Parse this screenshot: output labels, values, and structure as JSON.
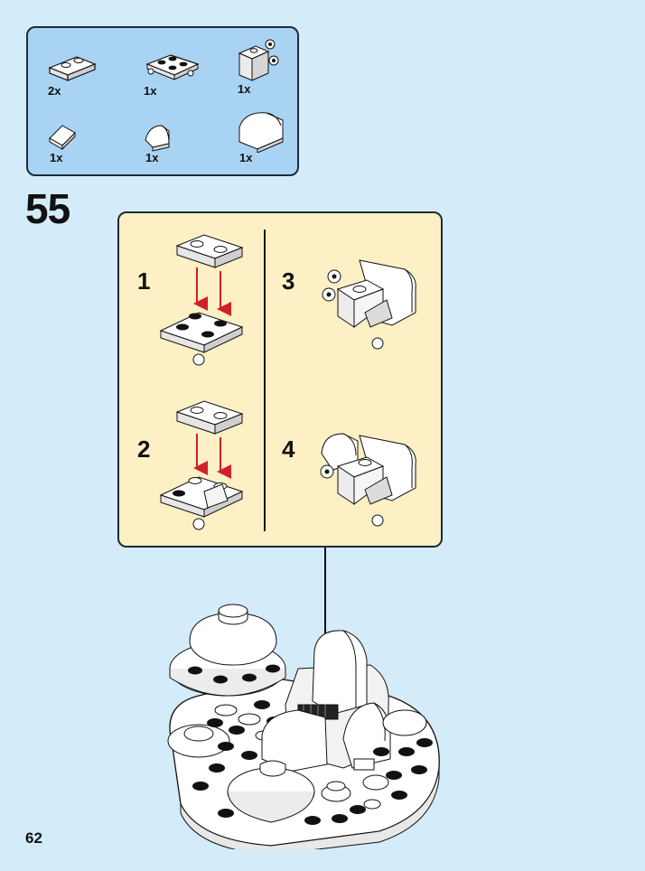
{
  "parts_callout": {
    "items": [
      {
        "icon": "plate-1x2-icon",
        "qty": "2x"
      },
      {
        "icon": "plate-2x2-wheels-icon",
        "qty": "1x"
      },
      {
        "icon": "brick-wheel-holder-icon",
        "qty": "1x"
      },
      {
        "icon": "tile-slope-icon",
        "qty": "1x"
      },
      {
        "icon": "curved-slope-small-icon",
        "qty": "1x"
      },
      {
        "icon": "curved-slope-large-icon",
        "qty": "1x"
      }
    ]
  },
  "step": {
    "number": "55"
  },
  "substeps": [
    {
      "label": "1"
    },
    {
      "label": "2"
    },
    {
      "label": "3"
    },
    {
      "label": "4"
    }
  ],
  "page": {
    "number": "62"
  },
  "colors": {
    "page_background": "#d4ebf9",
    "parts_callout_background": "#a9d3f3",
    "substeps_panel_background": "#fdf0c4",
    "arrow_red": "#d0202a"
  }
}
